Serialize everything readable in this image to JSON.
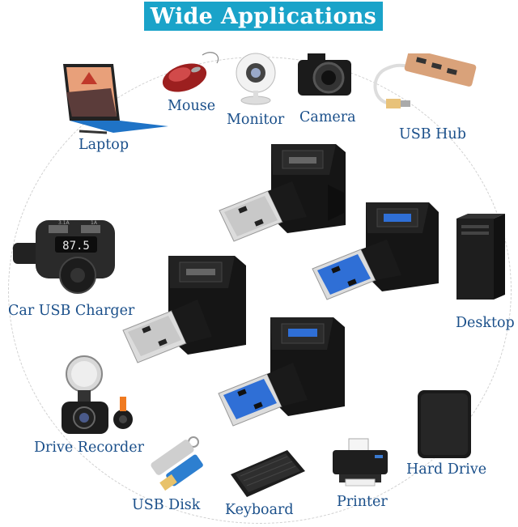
{
  "banner": {
    "title": "Wide Applications"
  },
  "devices": {
    "laptop": "Laptop",
    "mouse": "Mouse",
    "monitor": "Monitor",
    "camera": "Camera",
    "usb_hub": "USB Hub",
    "car_charger": "Car USB Charger",
    "desktop": "Desktop",
    "drive_recorder": "Drive Recorder",
    "hard_drive": "Hard Drive",
    "usb_disk": "USB Disk",
    "keyboard": "Keyboard",
    "printer": "Printer"
  },
  "car_charger_display": {
    "reading": "87.5",
    "port_left": "3.1A",
    "port_right": "1A"
  },
  "colors": {
    "banner": "#1aa3c9",
    "label": "#1a4f8a",
    "adapter": "#1c1c1c",
    "usb3_blue": "#2f6fd6"
  }
}
